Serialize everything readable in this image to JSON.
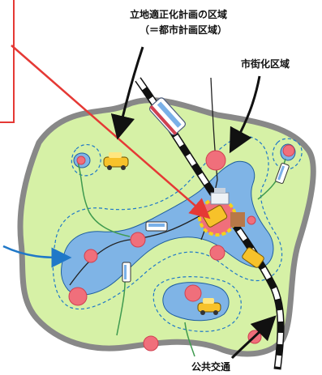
{
  "labels": {
    "planning_area_line1": "立地適正化計画の区域",
    "planning_area_line2": "（＝都市計画区域）",
    "urbanization_area": "市街化区域",
    "public_transport": "公共交通"
  },
  "icons": [
    "red-callout-box",
    "red-pointer-arrow",
    "blue-pointer-arrow",
    "train-line-icon",
    "train-icon",
    "bus-icon",
    "car-icon",
    "station-building-icon"
  ],
  "colors": {
    "city_area_fill": "#d6f1a6",
    "city_area_border": "#888888",
    "urban_induction_fill": "#7fb4e6",
    "center_node_fill": "#f06f7b",
    "callout_red": "#e53935",
    "pointer_blue": "#1f78c8",
    "route_green": "#3f9a4f",
    "railway_black": "#111111"
  }
}
